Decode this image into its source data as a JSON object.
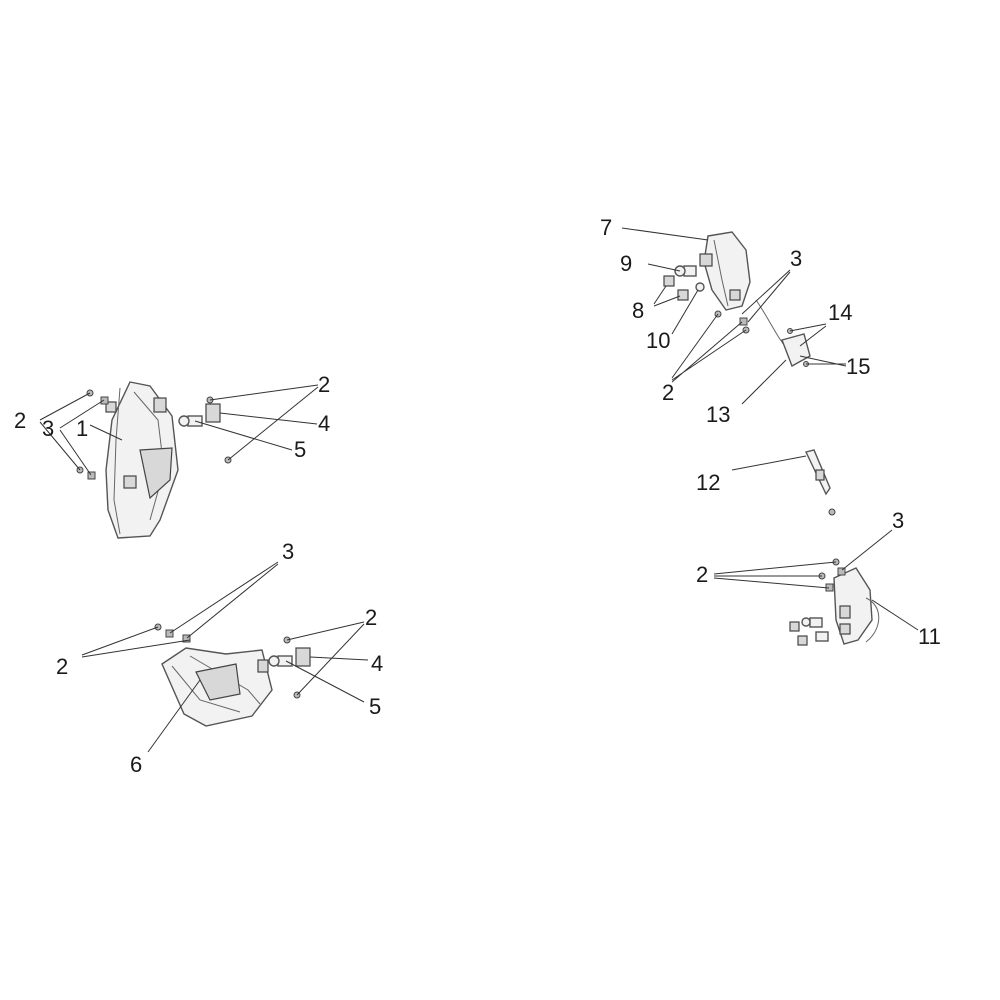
{
  "callouts": {
    "a2a": "2",
    "a2b": "2",
    "a3": "3",
    "a1": "1",
    "a4": "4",
    "a5": "5",
    "b2a": "2",
    "b3": "3",
    "b2b": "2",
    "b4": "4",
    "b5": "5",
    "b6": "6",
    "c7": "7",
    "c9": "9",
    "c8": "8",
    "c10": "10",
    "c3": "3",
    "c2": "2",
    "c14": "14",
    "c15": "15",
    "c13": "13",
    "d12": "12",
    "e3": "3",
    "e2": "2",
    "e11": "11"
  },
  "colors": {
    "line": "#333333",
    "part_fill": "#f2f2f2",
    "background": "#ffffff"
  }
}
